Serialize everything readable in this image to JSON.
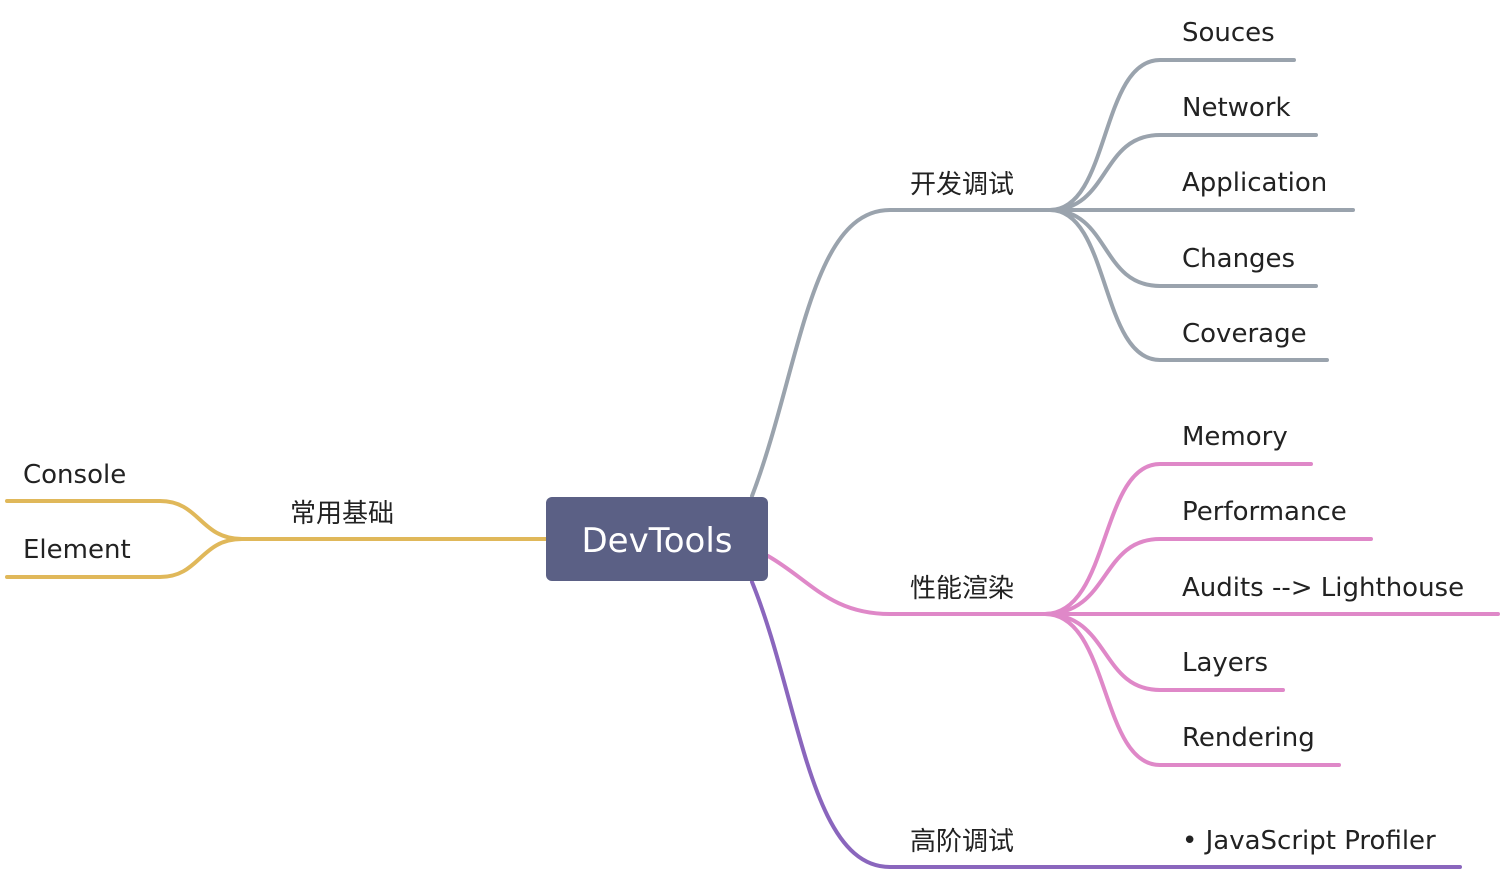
{
  "root": {
    "label": "DevTools",
    "box_color": "#5b6085"
  },
  "branches": [
    {
      "id": "basics",
      "label": "常用基础",
      "color": "#e0b85a",
      "children": [
        "Console",
        "Element"
      ]
    },
    {
      "id": "dev-debug",
      "label": "开发调试",
      "color": "#9aa3ad",
      "children": [
        "Souces",
        "Network",
        "Application",
        "Changes",
        "Coverage"
      ]
    },
    {
      "id": "perf-render",
      "label": "性能渲染",
      "color": "#df88c8",
      "children": [
        "Memory",
        "Performance",
        "Audits --> Lighthouse",
        "Layers",
        "Rendering"
      ]
    },
    {
      "id": "advanced-debug",
      "label": "高阶调试",
      "color": "#8a66bd",
      "children": [
        "• JavaScript Profiler"
      ]
    }
  ]
}
